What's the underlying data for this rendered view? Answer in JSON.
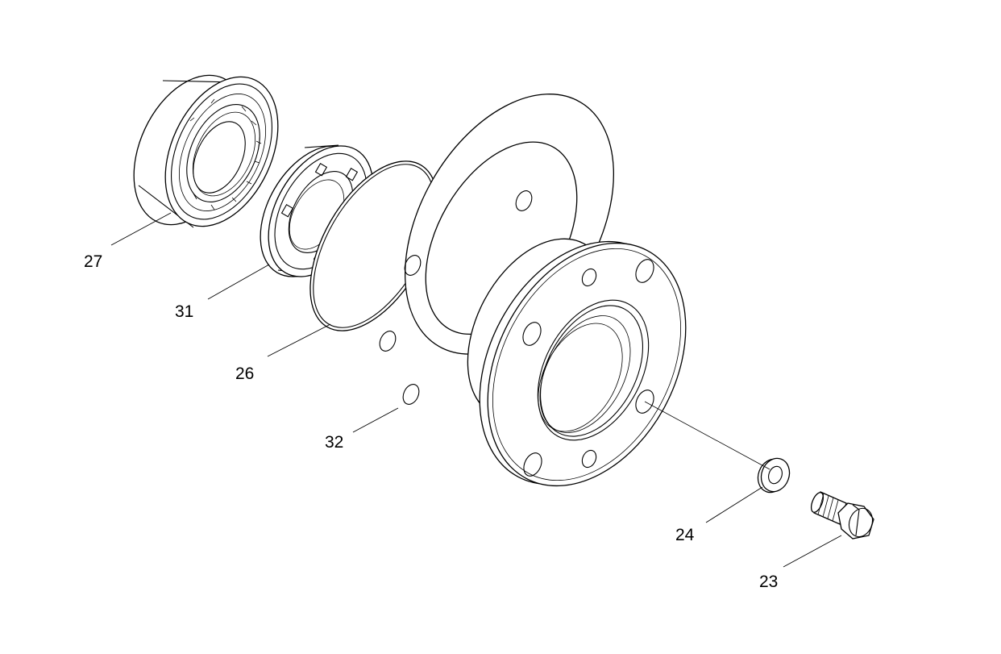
{
  "callouts": [
    {
      "id": "bearing",
      "label": "27"
    },
    {
      "id": "oil-seal",
      "label": "31"
    },
    {
      "id": "o-ring",
      "label": "26"
    },
    {
      "id": "gasket",
      "label": "32"
    },
    {
      "id": "washer",
      "label": "24"
    },
    {
      "id": "bolt",
      "label": "23"
    }
  ],
  "colors": {
    "line": "#000000",
    "background": "#ffffff"
  }
}
